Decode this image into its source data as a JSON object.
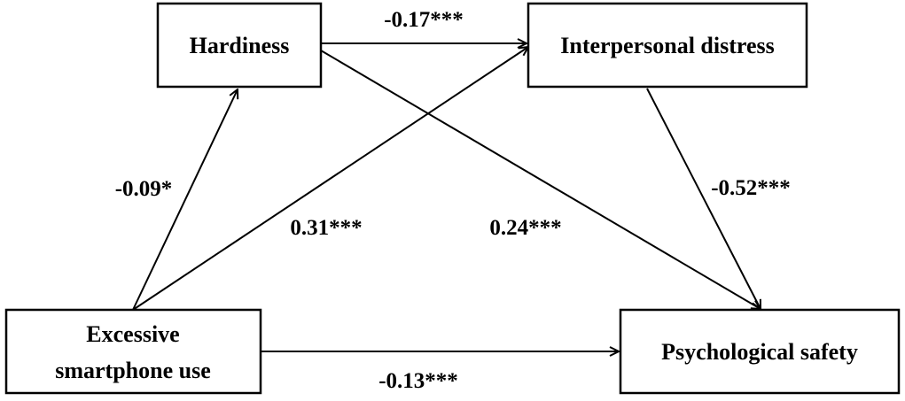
{
  "nodes": {
    "hardiness": {
      "lines": [
        "Hardiness"
      ]
    },
    "interpersonal_distress": {
      "lines": [
        "Interpersonal distress"
      ]
    },
    "excessive_smartphone_use": {
      "lines": [
        "Excessive",
        "smartphone use"
      ]
    },
    "psychological_safety": {
      "lines": [
        "Psychological safety"
      ]
    }
  },
  "paths": {
    "hardiness_to_interpersonal": "-0.17***",
    "smartphone_to_hardiness": "-0.09*",
    "smartphone_to_interpersonal": "0.31***",
    "hardiness_to_safety": "0.24***",
    "interpersonal_to_safety": "-0.52***",
    "smartphone_to_safety": "-0.13***"
  }
}
